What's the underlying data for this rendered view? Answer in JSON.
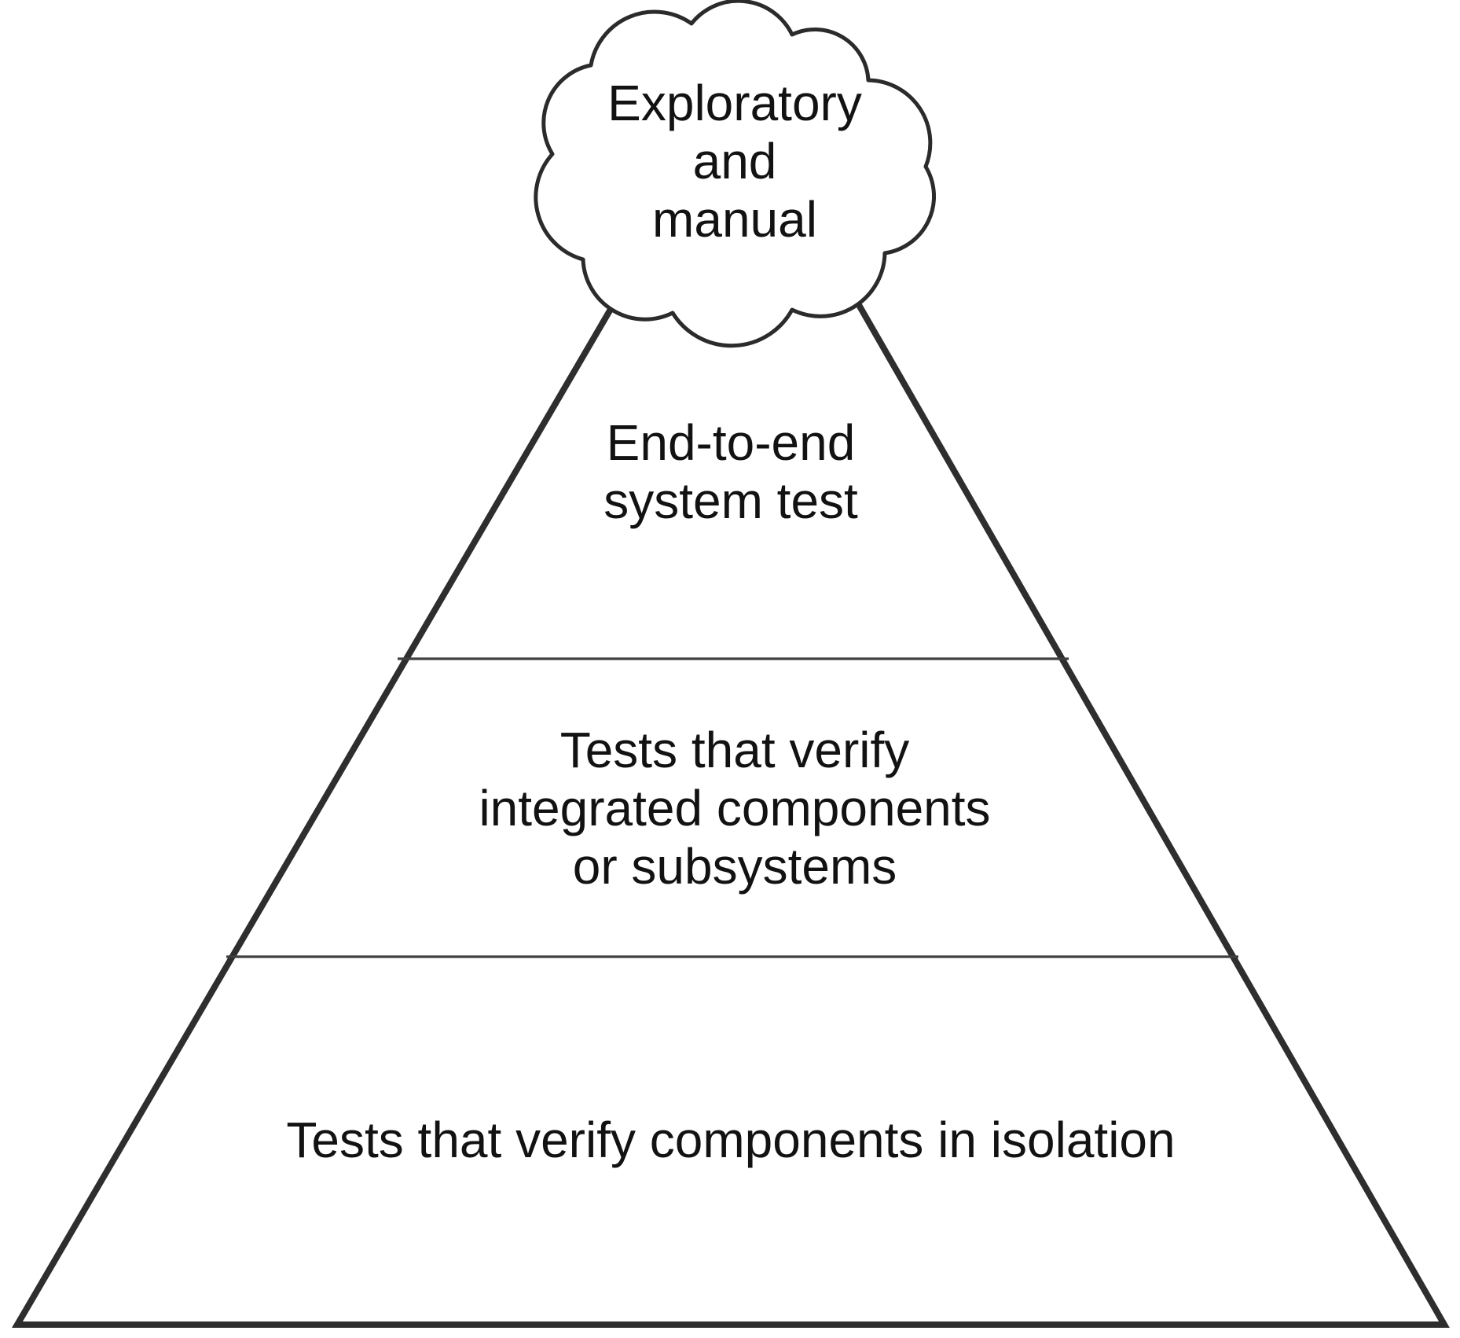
{
  "diagram": {
    "type": "test-pyramid",
    "cloud": {
      "line1": "Exploratory",
      "line2": "and",
      "line3": "manual"
    },
    "tier_top": {
      "line1": "End-to-end",
      "line2": "system test"
    },
    "tier_middle": {
      "line1": "Tests that verify",
      "line2": "integrated components",
      "line3": "or subsystems"
    },
    "tier_bottom": {
      "line1": "Tests that verify components in isolation"
    },
    "colors": {
      "outline": "#2e2e2e",
      "divider": "#3f3f3f",
      "cloud_stroke": "#2b2b2b",
      "cloud_fill": "#ffffff",
      "text": "#121212",
      "background": "#ffffff"
    }
  }
}
